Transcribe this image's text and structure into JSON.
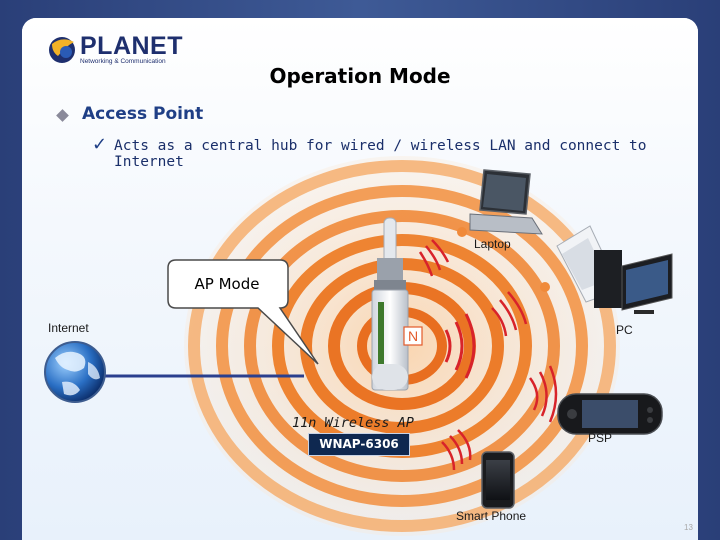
{
  "logo": {
    "name": "PLANET",
    "tagline": "Networking & Communication"
  },
  "title": "Operation Mode",
  "bullet": {
    "heading": "Access Point",
    "detail": "Acts as a central hub for wired / wireless LAN and connect to Internet"
  },
  "diagram": {
    "callout": "AP Mode",
    "internet_label": "Internet",
    "device_label": "11n Wireless AP",
    "model": "WNAP-6306",
    "n_badge": "N",
    "clients": [
      {
        "label": "Laptop"
      },
      {
        "label": "PC"
      },
      {
        "label": "PSP"
      },
      {
        "label": "Smart Phone"
      }
    ]
  },
  "page_number": "13",
  "colors": {
    "accent_blue": "#1f3f86",
    "ring_orange": "#f08a3a",
    "frame_blue": "#2f4a84",
    "signal_red": "#d8232a"
  }
}
